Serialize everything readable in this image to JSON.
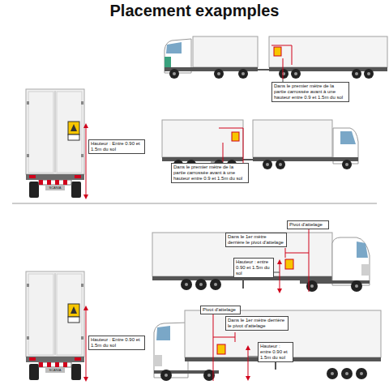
{
  "diagram": {
    "title": "Placement exapmples",
    "nodes": [
      {
        "text": [
          "Dans le premier mètre de la partie carrossée avant à une hauteur entre 0.9 et 1.5m du sol"
        ]
      },
      {
        "text": [
          "Hauteur : Entre 0.90 et 1.5m du sol"
        ]
      },
      {
        "text": [
          "Dans le premier mètre de la partie carrossée avant à une hauteur entre 0.9 et 1.5m du sol"
        ]
      },
      {
        "text": [
          "Pivot d'attelage"
        ]
      },
      {
        "text": [
          "Dans le 1er mètre derrière le pivot d'attelage"
        ]
      },
      {
        "text": [
          "Hauteur : entre 0.90 et 1.5m du sol"
        ]
      },
      {
        "text": [
          "Pivot d'attelage"
        ]
      },
      {
        "text": [
          "Dans le 1er mètre derrière le pivot d'attelage"
        ]
      },
      {
        "text": [
          "Hauteur : Entre 0.90 et 1.5m du sol"
        ]
      },
      {
        "text": [
          "Hauteur : entre 0.90 et 1.5m du sol"
        ]
      }
    ],
    "labels": [
      "SCANIA",
      "SCANIA"
    ]
  }
}
